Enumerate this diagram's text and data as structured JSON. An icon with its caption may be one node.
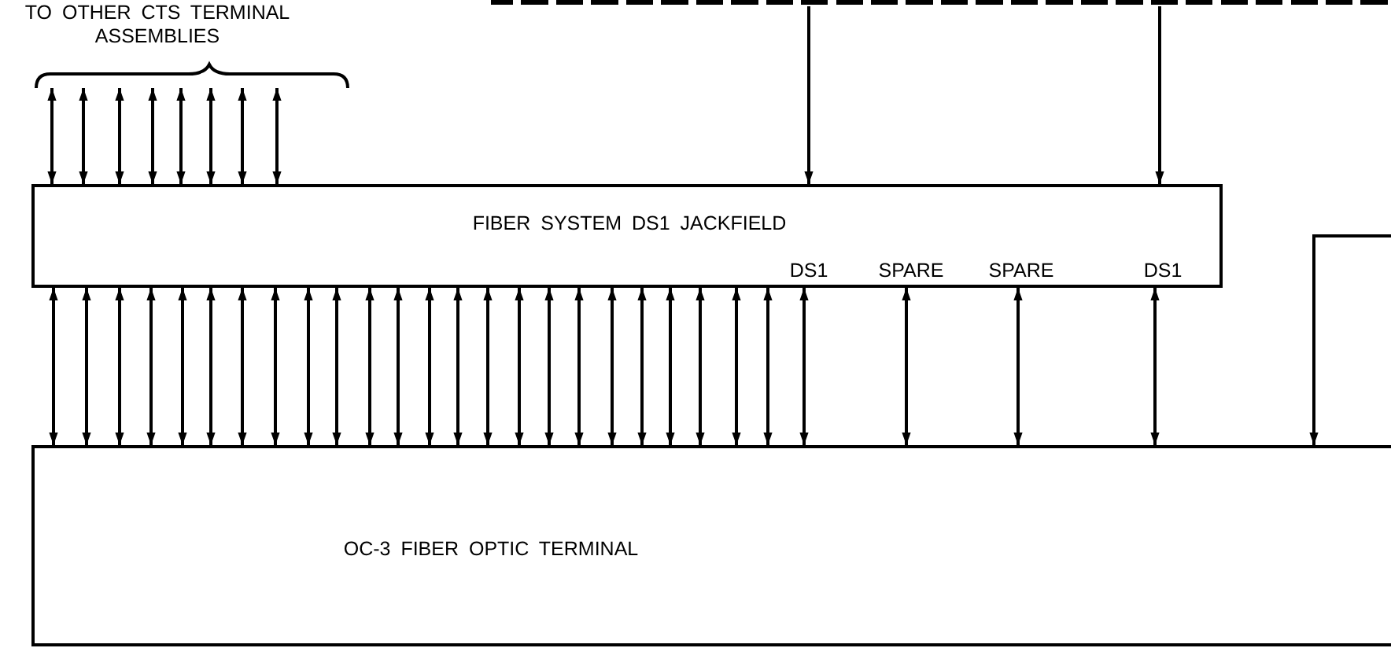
{
  "diagram": {
    "nodes": [
      {
        "text": [
          "TO OTHER CTS TERMINAL ASSEMBLIES"
        ]
      },
      {
        "text": [
          "FIBER SYSTEM DS1 JACKFIELD",
          "DS1",
          "SPARE",
          "SPARE",
          "DS1"
        ]
      },
      {
        "text": [
          "OC-3 FIBER OPTIC TERMINAL"
        ]
      },
      {
        "text": [],
        "shape": "bar"
      }
    ],
    "edges": [
      {
        "from": 1,
        "to": 0,
        "arrow": "both"
      },
      {
        "from": 1,
        "to": 0,
        "arrow": "both"
      },
      {
        "from": 1,
        "to": 0,
        "arrow": "both"
      },
      {
        "from": 1,
        "to": 0,
        "arrow": "both"
      },
      {
        "from": 1,
        "to": 0,
        "arrow": "both"
      },
      {
        "from": 1,
        "to": 0,
        "arrow": "both"
      },
      {
        "from": 1,
        "to": 0,
        "arrow": "both"
      },
      {
        "from": 1,
        "to": 0,
        "arrow": "both"
      },
      {
        "from": 1,
        "to": 2,
        "arrow": "both"
      },
      {
        "from": 1,
        "to": 2,
        "arrow": "both"
      },
      {
        "from": 1,
        "to": 2,
        "arrow": "both"
      },
      {
        "from": 1,
        "to": 2,
        "arrow": "both"
      },
      {
        "from": 1,
        "to": 2,
        "arrow": "both"
      },
      {
        "from": 1,
        "to": 2,
        "arrow": "both"
      },
      {
        "from": 1,
        "to": 2,
        "arrow": "both"
      },
      {
        "from": 1,
        "to": 2,
        "arrow": "both"
      },
      {
        "from": 1,
        "to": 2,
        "arrow": "both"
      },
      {
        "from": 1,
        "to": 2,
        "arrow": "both"
      },
      {
        "from": 1,
        "to": 2,
        "arrow": "both"
      },
      {
        "from": 1,
        "to": 2,
        "arrow": "both"
      },
      {
        "from": 1,
        "to": 2,
        "arrow": "both"
      },
      {
        "from": 1,
        "to": 2,
        "arrow": "both"
      },
      {
        "from": 1,
        "to": 2,
        "arrow": "both"
      },
      {
        "from": 1,
        "to": 2,
        "arrow": "both"
      },
      {
        "from": 1,
        "to": 2,
        "arrow": "both"
      },
      {
        "from": 1,
        "to": 2,
        "arrow": "both"
      },
      {
        "from": 1,
        "to": 2,
        "arrow": "both"
      },
      {
        "from": 1,
        "to": 2,
        "arrow": "both"
      },
      {
        "from": 1,
        "to": 2,
        "arrow": "both"
      },
      {
        "from": 1,
        "to": 2,
        "arrow": "both"
      },
      {
        "from": 1,
        "to": 2,
        "arrow": "both"
      },
      {
        "from": 1,
        "to": 2,
        "arrow": "both"
      },
      {
        "from": 1,
        "to": 2,
        "arrow": "both"
      },
      {
        "from": 1,
        "to": 2,
        "arrow": "both"
      },
      {
        "from": 1,
        "to": 2,
        "arrow": "both"
      },
      {
        "from": 1,
        "to": 2,
        "arrow": "both"
      },
      {
        "from": 3,
        "to": 1,
        "arrow": "to"
      },
      {
        "from": 3,
        "to": 1,
        "arrow": "to"
      },
      {
        "from": null,
        "to": 2,
        "arrow": "to"
      }
    ]
  }
}
